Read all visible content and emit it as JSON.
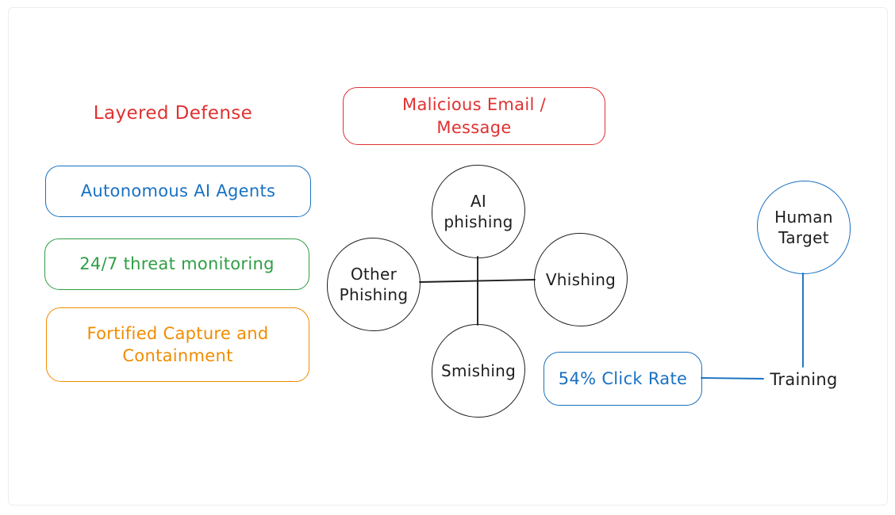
{
  "colors": {
    "red": "#e03131",
    "blue": "#1971c2",
    "green": "#2f9e44",
    "orange": "#f08c00",
    "ink": "#1e1e1e",
    "frame": "#ededed",
    "bg": "#ffffff"
  },
  "defense": {
    "title": "Layered Defense",
    "layers": [
      {
        "label": "Autonomous AI Agents",
        "color": "#1971c2"
      },
      {
        "label": "24/7 threat monitoring",
        "color": "#2f9e44"
      },
      {
        "label": "Fortified Capture and Containment",
        "color": "#f08c00"
      }
    ]
  },
  "threat": {
    "source": "Malicious Email / Message",
    "nodes": {
      "top": "AI phishing",
      "left": "Other Phishing",
      "right": "Vhishing",
      "bottom": "Smishing"
    }
  },
  "victim": {
    "node": "Human Target",
    "stat": "54% Click Rate",
    "mitigation": "Training"
  }
}
